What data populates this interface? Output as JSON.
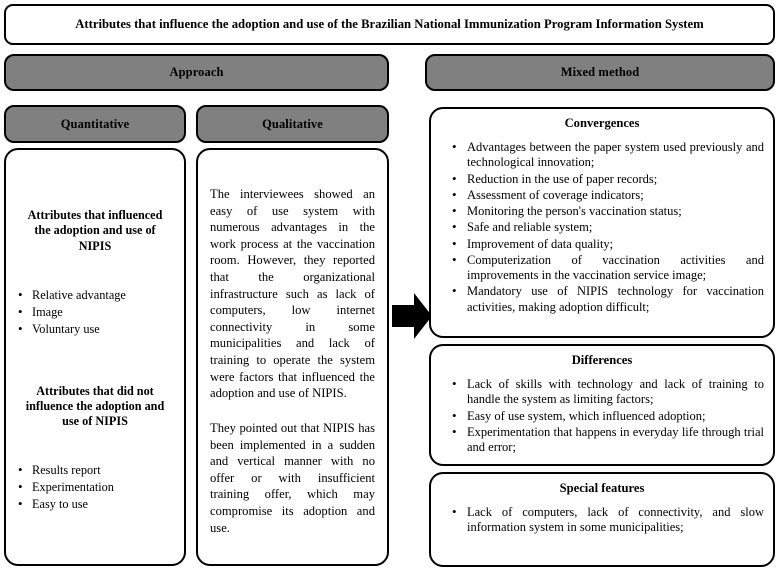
{
  "title": {
    "text": "Attributes that influence the adoption and use of the Brazilian National Immunization Program Information System"
  },
  "colors": {
    "gray_bar": "#808080",
    "border": "#000000",
    "background": "#ffffff",
    "arrow": "#000000"
  },
  "left_column": {
    "approach_label": "Approach",
    "quantitative": {
      "bar_label": "Quantitative",
      "heading_influenced": "Attributes that influenced the adoption and use of NIPIS",
      "items_influenced": [
        "Relative advantage",
        "Image",
        "Voluntary use"
      ],
      "heading_not_influenced": "Attributes that did not influence the adoption and use of NIPIS",
      "items_not_influenced": [
        "Results report",
        "Experimentation",
        "Easy to use"
      ]
    },
    "qualitative": {
      "bar_label": "Qualitative",
      "paragraph_1": "The interviewees showed an easy of use system with numerous advantages in the work process at the vaccination room. However, they reported that the organizational infrastructure such as lack of computers, low internet connectivity in some municipalities and lack of training to operate the system were factors that influenced the adoption and use of NIPIS.",
      "paragraph_2": "They pointed out that NIPIS has been implemented in a sudden and vertical manner with no offer or with insufficient training offer, which may compromise its adoption and use."
    }
  },
  "right_column": {
    "mixed_method_label": "Mixed method",
    "convergences": {
      "heading": "Convergences",
      "items": [
        "Advantages between the paper system used previously and technological innovation;",
        "Reduction in the use of paper records;",
        "Assessment of coverage indicators;",
        "Monitoring the person's vaccination status;",
        "Safe and reliable system;",
        "Improvement of data quality;",
        "Computerization of vaccination activities and improvements in the vaccination service image;",
        "Mandatory use of NIPIS technology for vaccination activities, making adoption difficult;"
      ]
    },
    "differences": {
      "heading": "Differences",
      "items": [
        "Lack of skills with technology and lack of training to handle the system as limiting factors;",
        "Easy of use system, which influenced adoption;",
        "Experimentation that happens in everyday life through trial and error;"
      ]
    },
    "special_features": {
      "heading": "Special features",
      "items": [
        "Lack of computers, lack of connectivity, and slow information system in some municipalities;"
      ]
    }
  },
  "arrow": {
    "name": "right-arrow",
    "direction": "right"
  }
}
